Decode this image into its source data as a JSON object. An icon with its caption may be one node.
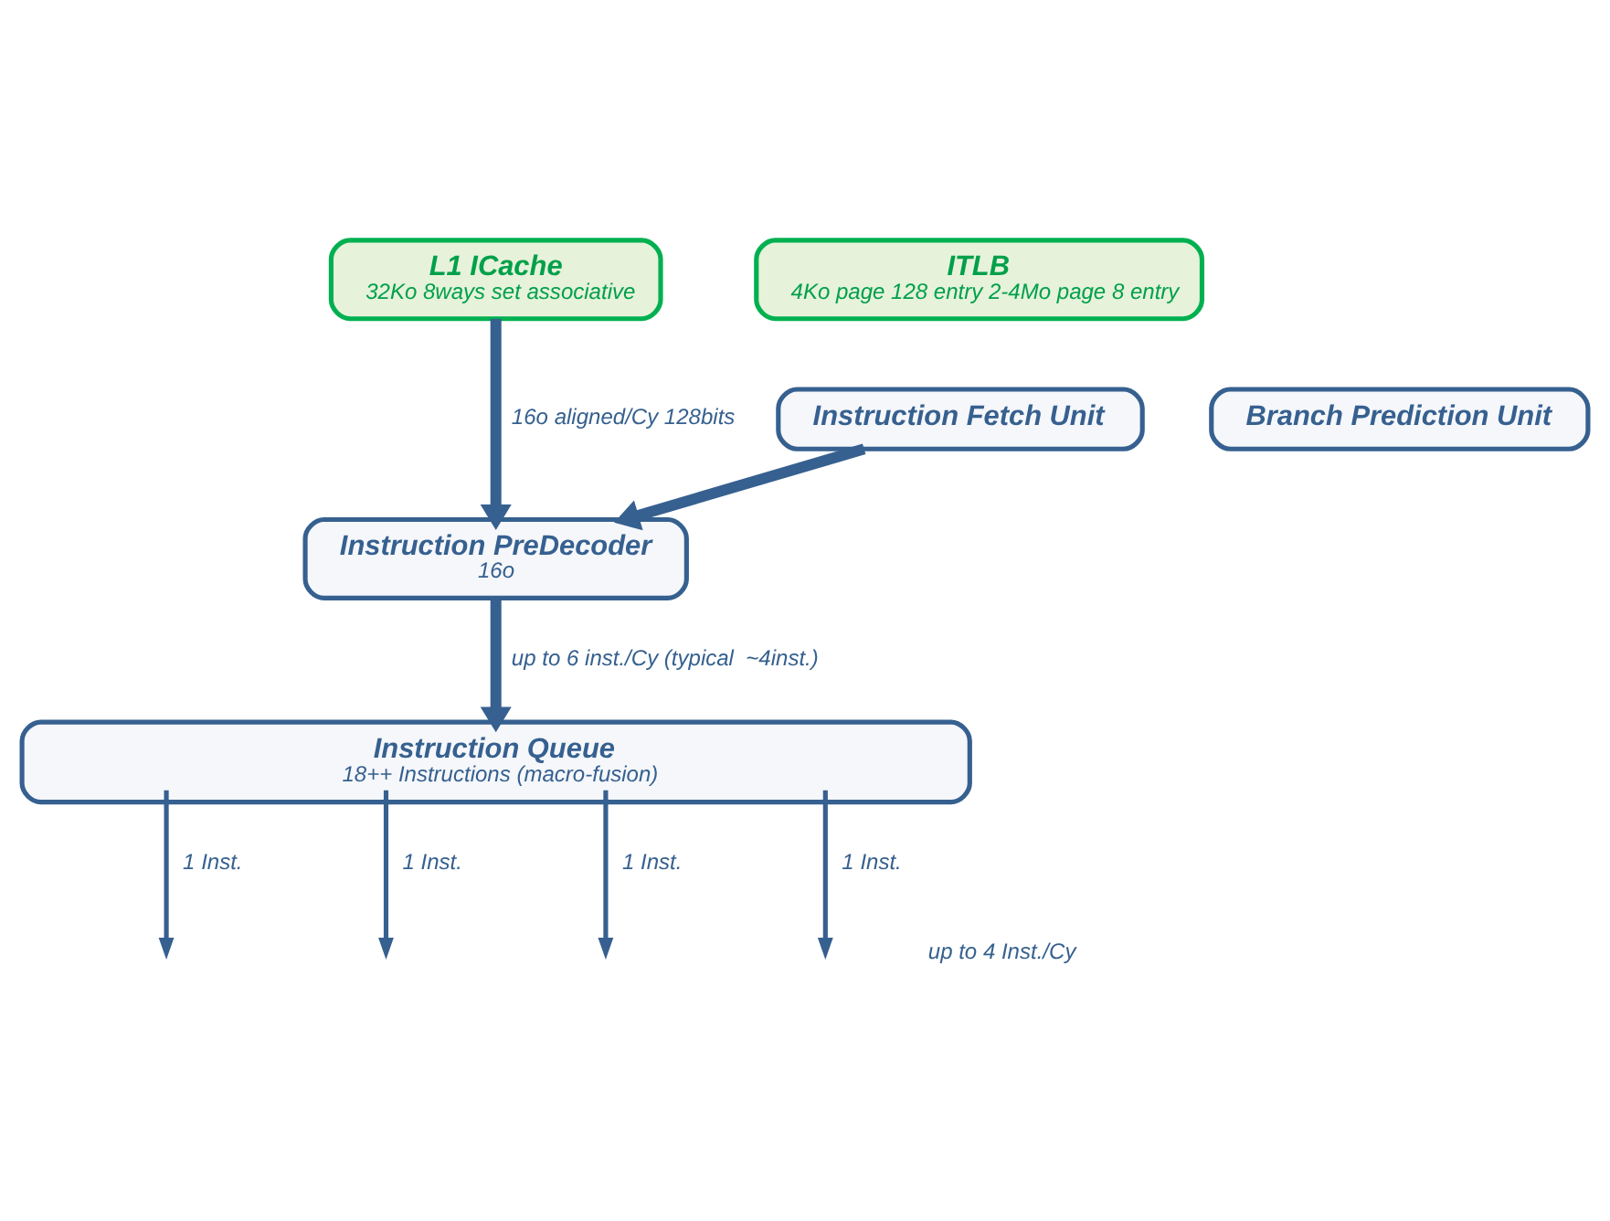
{
  "diagram": {
    "nodes": [
      {
        "text": [
          "L1 ICache",
          "32Ko 8ways set associative"
        ]
      },
      {
        "text": [
          "ITLB",
          "4Ko page 128 entry 2-4Mo page 8 entry"
        ]
      },
      {
        "text": [
          "Instruction Fetch Unit"
        ]
      },
      {
        "text": [
          "Branch Prediction Unit"
        ]
      },
      {
        "text": [
          "Instruction PreDecoder",
          "16o"
        ]
      },
      {
        "text": [
          "Instruction Queue",
          "18++ Instructions (macro-fusion)"
        ]
      }
    ],
    "edges": [
      {
        "from": 0,
        "to": 4,
        "arrow": "to",
        "label": "16o aligned/Cy 128bits",
        "style": "thick"
      },
      {
        "from": 2,
        "to": 4,
        "arrow": "to",
        "style": "thick"
      },
      {
        "from": 4,
        "to": 5,
        "arrow": "to",
        "label": "up to 6 inst./Cy (typical  ~4inst.)",
        "style": "thick"
      },
      {
        "from": 5,
        "to": null,
        "arrow": "to",
        "label": "1 Inst."
      },
      {
        "from": 5,
        "to": null,
        "arrow": "to",
        "label": "1 Inst."
      },
      {
        "from": 5,
        "to": null,
        "arrow": "to",
        "label": "1 Inst."
      },
      {
        "from": 5,
        "to": null,
        "arrow": "to",
        "label": "1 Inst."
      }
    ],
    "labels": [
      "up to 4 Inst./Cy"
    ]
  }
}
